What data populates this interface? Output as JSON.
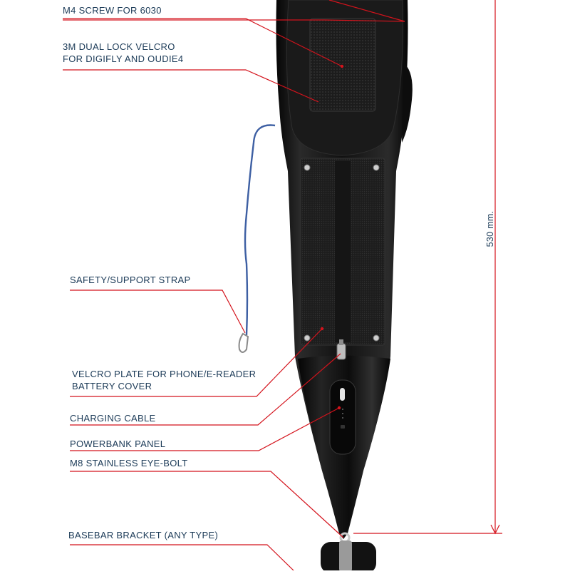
{
  "colors": {
    "label_text": "#1b3a57",
    "leader_line": "#d4131c",
    "device_body": "#141414",
    "velcro": "#232323",
    "strap": "#3d5fa3"
  },
  "labels": {
    "m4_screw": "M4 SCREW FOR 6030",
    "dual_lock_1": "3M DUAL LOCK VELCRO",
    "dual_lock_2": "FOR DIGIFLY AND OUDIE4",
    "safety_strap": "SAFETY/SUPPORT STRAP",
    "velcro_plate_1": "VELCRO PLATE FOR PHONE/E-READER",
    "velcro_plate_2": "BATTERY COVER",
    "charging_cable": "CHARGING CABLE",
    "powerbank_panel": "POWERBANK PANEL",
    "eye_bolt": "M8 STAINLESS EYE-BOLT",
    "basebar_bracket": "BASEBAR BRACKET (ANY TYPE)"
  },
  "dimension": {
    "text": "530 mm."
  }
}
